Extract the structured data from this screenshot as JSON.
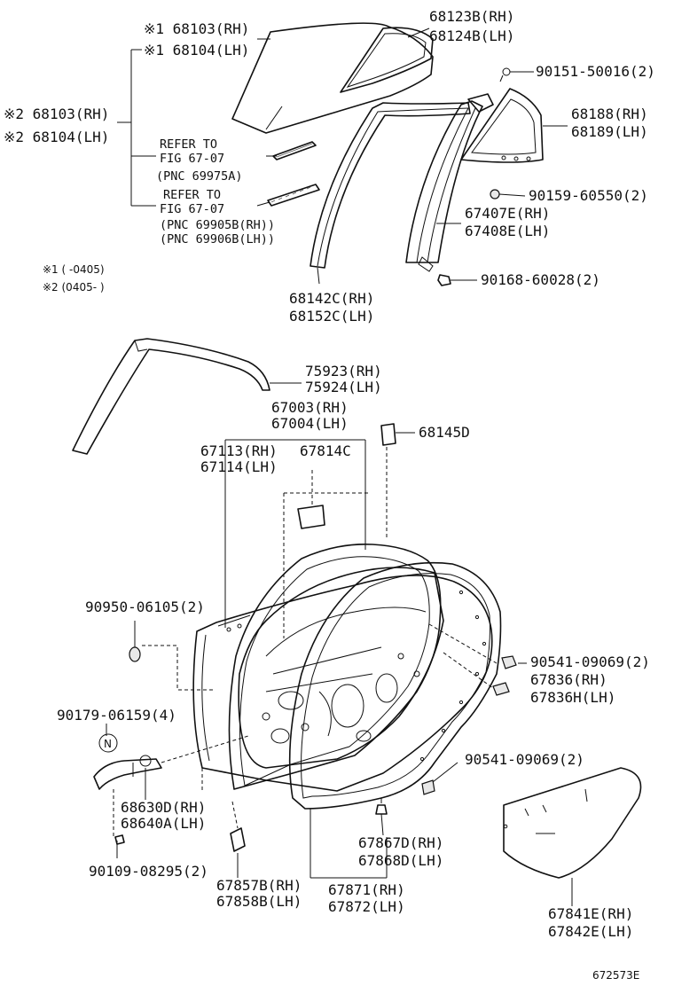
{
  "callouts": {
    "glass_rh_n1": "※1 68103(RH)",
    "glass_lh_n1": "※1 68104(LH)",
    "glass_rh_n2": "※2 68103(RH)",
    "glass_lh_n2": "※2 68104(LH)",
    "quarter_glass_rh": "68123B(RH)",
    "quarter_glass_lh": "68124B(LH)",
    "screw_top": "90151-50016(2)",
    "quarter_window_rh": "68188(RH)",
    "quarter_window_lh": "68189(LH)",
    "clip_a": "90159-60550(2)",
    "division_bar_rh": "67407E(RH)",
    "division_bar_lh": "67408E(LH)",
    "bolt_a": "90168-60028(2)",
    "run_channel_rh": "68142C(RH)",
    "run_channel_lh": "68152C(LH)",
    "molding_rh": "75923(RH)",
    "molding_lh": "75924(LH)",
    "door_panel_rh": "67003(RH)",
    "door_panel_lh": "67004(LH)",
    "pad_68145": "68145D",
    "frame_rh": "67113(RH)",
    "frame_lh": "67114(LH)",
    "pad_67814": "67814C",
    "plug_a": "90950-06105(2)",
    "clip_b": "90541-09069(2)",
    "cover_rh": "67836(RH)",
    "cover_lh": "67836H(LH)",
    "bolt_b": "90179-06159(4)",
    "n_marker": "N",
    "hinge_rh": "68630D(RH)",
    "hinge_lh": "68640A(LH)",
    "clip_c": "90541-09069(2)",
    "weather_rh": "67867D(RH)",
    "weather_lh": "67868D(LH)",
    "bolt_c": "90109-08295(2)",
    "pad_lower_rh": "67857B(RH)",
    "pad_lower_lh": "67858B(LH)",
    "weatherstrip_rh": "67871(RH)",
    "weatherstrip_lh": "67872(LH)",
    "film_rh": "67841E(RH)",
    "film_lh": "67842E(LH)"
  },
  "refer_notes": [
    {
      "line1": "REFER TO",
      "line2": "FIG 67-07",
      "line3": "(PNC 69975A)",
      "line4": ""
    },
    {
      "line1": "REFER TO",
      "line2": "FIG 67-07",
      "line3": "(PNC 69905B(RH))",
      "line4": "(PNC 69906B(LH))"
    }
  ],
  "footnotes": {
    "note1": "※1 (      -0405)",
    "note2": "※2 (0405-      )"
  },
  "figure_code": "672573E"
}
